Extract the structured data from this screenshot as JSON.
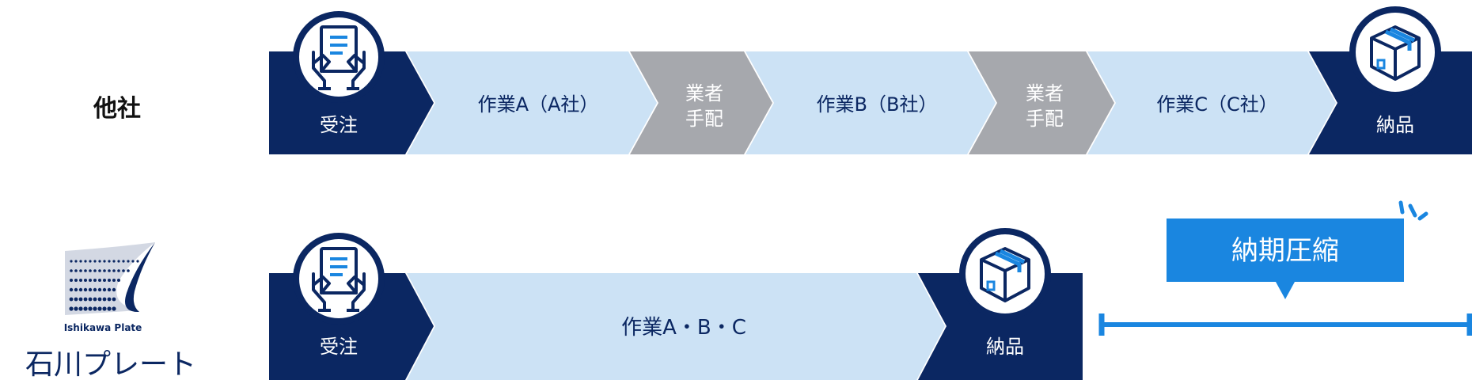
{
  "colors": {
    "navy": "#0b2762",
    "light_blue": "#cce2f5",
    "gray": "#a6a8ad",
    "accent_blue": "#1a86e0",
    "label_text": "#0b2762",
    "white": "#ffffff"
  },
  "rows": {
    "competitor": {
      "label": "他社",
      "steps": {
        "order": "受注",
        "work_a": "作業A（A社）",
        "vendor_1_line1": "業者",
        "vendor_1_line2": "手配",
        "work_b": "作業B（B社）",
        "vendor_2_line1": "業者",
        "vendor_2_line2": "手配",
        "work_c": "作業C（C社）",
        "delivery": "納品"
      }
    },
    "ishikawa": {
      "steps": {
        "order": "受注",
        "work_abc": "作業A・B・C",
        "delivery": "納品"
      }
    }
  },
  "logo": {
    "sub_text": "Ishikawa Plate",
    "main_text": "石川プレート"
  },
  "callout": {
    "label": "納期圧縮"
  },
  "icons": {
    "order": "hands-holding-document-icon",
    "delivery": "package-box-icon"
  }
}
